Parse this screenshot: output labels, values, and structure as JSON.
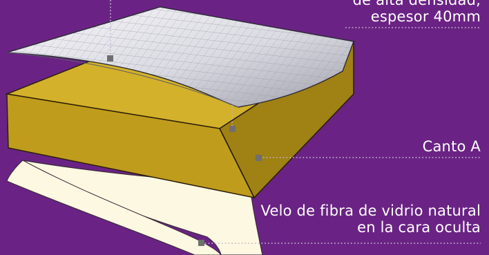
{
  "labels": {
    "top": {
      "line1": "de alta densidad,",
      "line2": "espesor 40mm"
    },
    "canto": "Canto A",
    "velo": {
      "line1": "Velo de fibra de vidrio natural",
      "line2": "en la cara oculta"
    }
  },
  "colors": {
    "background": "#6a2384",
    "panel_front": "#c09c1c",
    "panel_top": "#d3b12a",
    "panel_side": "#9f8114",
    "bottom_veil": "#fdf8e1",
    "top_sheet": "#e3e3ea",
    "marker": "#6f6f6f",
    "leader": "#c4b4d2"
  }
}
